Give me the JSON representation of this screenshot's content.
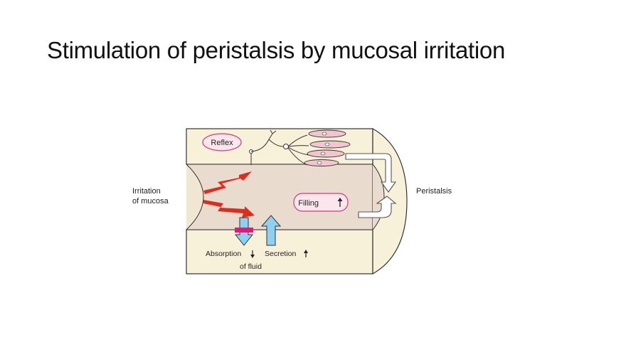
{
  "title": "Stimulation of peristalsis by mucosal irritation",
  "diagram": {
    "labels": {
      "irritation_line1": "Irritation",
      "irritation_line2": "of mucosa",
      "reflex": "Reflex",
      "filling": "Filling",
      "peristalsis": "Peristalsis",
      "absorption": "Absorption",
      "of_fluid": "of fluid",
      "secretion": "Secretion"
    },
    "colors": {
      "wall": "#f8f1da",
      "lumen": "#e9dbcd",
      "outline": "#333333",
      "red_arrow": "#e02b1f",
      "blue_arrow": "#8fd0f0",
      "block_bar": "#e0197d",
      "badge_fill": "#fbe6ee",
      "badge_border": "#d63a78"
    },
    "icons": {
      "filling_arrow": "arrow-up-icon",
      "absorption_arrow": "arrow-down-icon",
      "secretion_arrow": "arrow-up-icon"
    }
  }
}
